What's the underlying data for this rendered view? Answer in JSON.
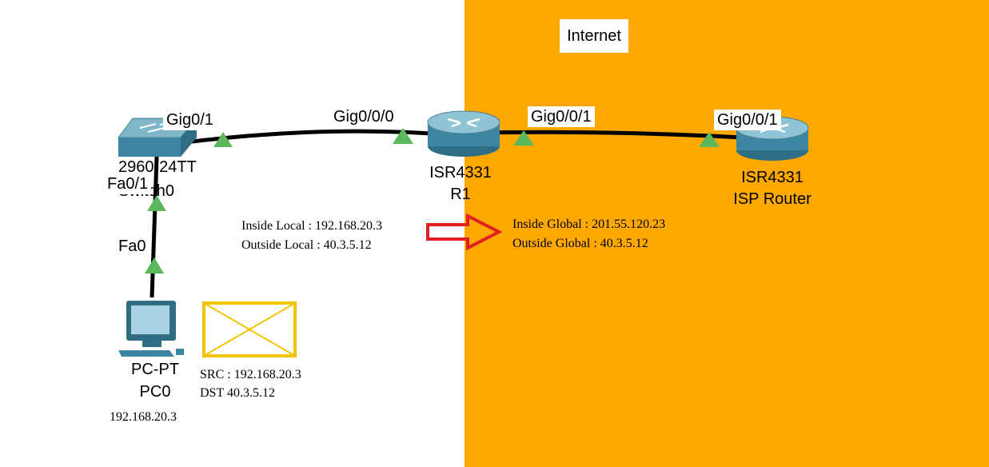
{
  "cloud": {
    "label": "Internet"
  },
  "devices": {
    "switch": {
      "model": "2960-24TT",
      "name": "Switch0"
    },
    "r1": {
      "model": "ISR4331",
      "name": "R1"
    },
    "isp": {
      "model": "ISR4331",
      "name": "ISP Router"
    },
    "pc": {
      "model": "PC-PT",
      "name": "PC0",
      "ip": "192.168.20.3"
    }
  },
  "ports": {
    "switch_gig": "Gig0/1",
    "switch_fa": "Fa0/1",
    "pc_fa": "Fa0",
    "r1_inside": "Gig0/0/0",
    "r1_outside": "Gig0/0/1",
    "isp_port": "Gig0/0/1"
  },
  "nat": {
    "inside_local": "Inside Local : 192.168.20.3",
    "outside_local": "Outside Local : 40.3.5.12",
    "inside_global": "Inside Global : 201.55.120.23",
    "outside_global": "Outside Global : 40.3.5.12"
  },
  "packet": {
    "src": "SRC : 192.168.20.3",
    "dst": "DST 40.3.5.12"
  },
  "colors": {
    "internet_zone": "#ffa800",
    "link": "#000000",
    "port_up": "#5cb85c",
    "arrow": "#e02020",
    "packet": "#f5c400",
    "device": "#4a90a8"
  }
}
